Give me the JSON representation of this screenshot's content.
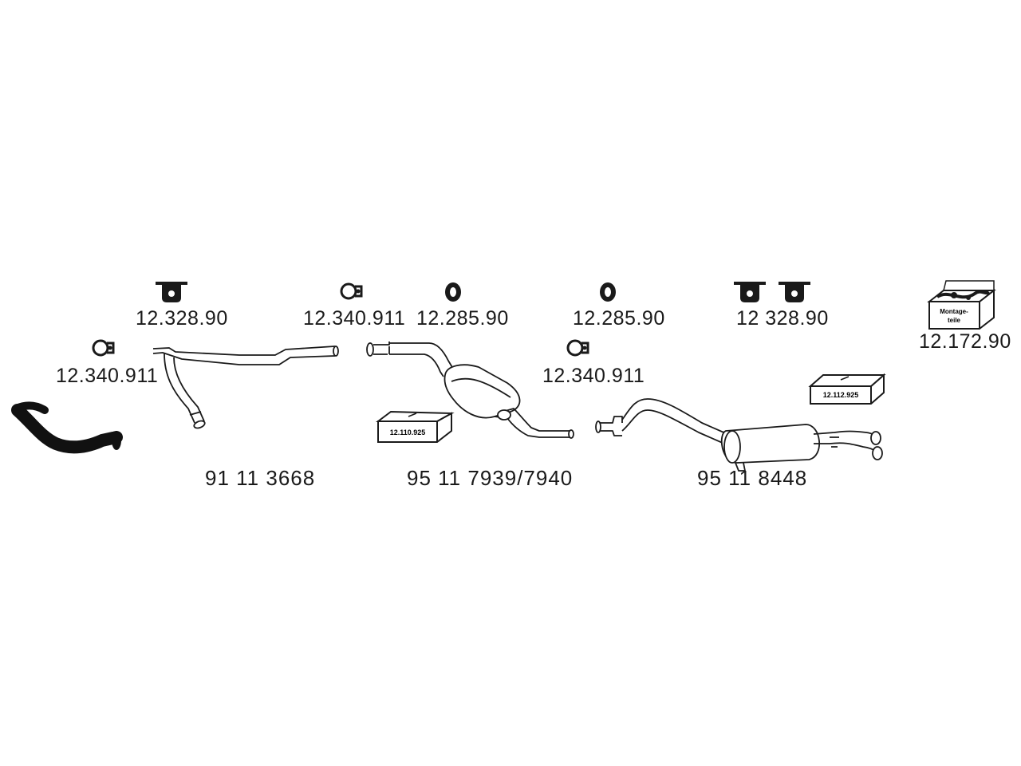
{
  "hardware_labels": {
    "hanger_1": "12.328.90",
    "clamp_top": "12.340.911",
    "ring_1": "12.285.90",
    "ring_2": "12.285.90",
    "hangers_right": "12 328.90",
    "mounting_kit": "12.172.90",
    "clamp_left": "12.340.911",
    "clamp_right": "12.340.911"
  },
  "part_numbers": {
    "middle_pipe": "91 11 3668",
    "center_muffler": "95 11 7939/7940",
    "rear_muffler": "95 11 8448"
  },
  "boxes": {
    "box_center": "12.110.925",
    "box_rear": "12.112.925",
    "kit_line_1": "Montage-",
    "kit_line_2": "teile"
  },
  "colors": {
    "line": "#1a1a1a",
    "fill": "#ffffff",
    "dark": "#111111"
  }
}
